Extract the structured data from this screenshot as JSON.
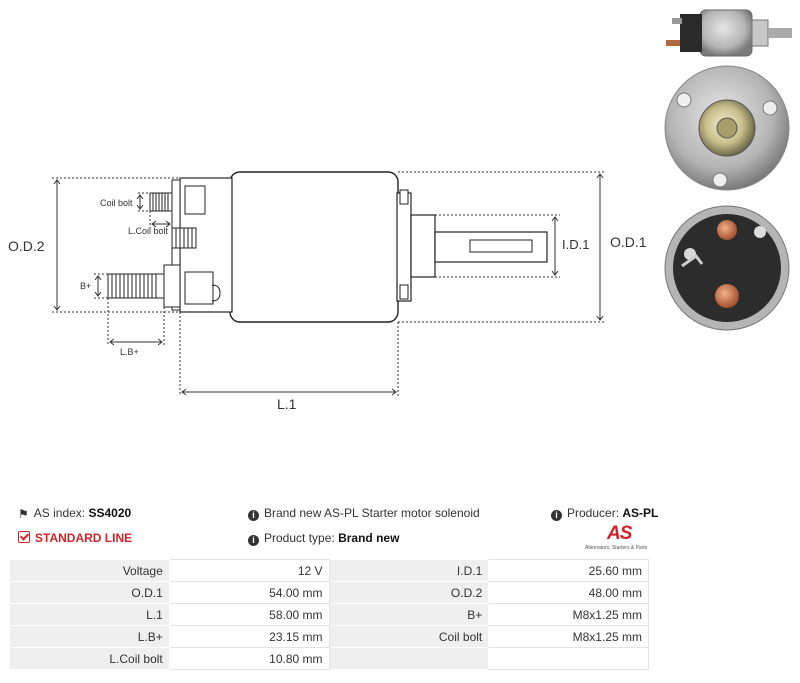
{
  "drawing": {
    "labels": {
      "od2": "O.D.2",
      "od1": "O.D.1",
      "id1": "I.D.1",
      "l1": "L.1",
      "coil_bolt": "Coil bolt",
      "l_coil_bolt": "L.Coil bolt",
      "b_plus": "B+",
      "l_b_plus": "L.B+"
    }
  },
  "info": {
    "as_index_label": "AS index:",
    "as_index_value": "SS4020",
    "description": "Brand new AS-PL Starter motor solenoid",
    "producer_label": "Producer:",
    "producer_value": "AS-PL",
    "standard_line": "STANDARD LINE",
    "product_type_label": "Product type:",
    "product_type_value": "Brand new"
  },
  "logo": {
    "mark": "AS",
    "tagline": "Alternators, Starters & Parts"
  },
  "specs": [
    {
      "k1": "Voltage",
      "v1": "12 V",
      "k2": "I.D.1",
      "v2": "25.60 mm"
    },
    {
      "k1": "O.D.1",
      "v1": "54.00 mm",
      "k2": "O.D.2",
      "v2": "48.00 mm"
    },
    {
      "k1": "L.1",
      "v1": "58.00 mm",
      "k2": "B+",
      "v2": "M8x1.25 mm"
    },
    {
      "k1": "L.B+",
      "v1": "23.15 mm",
      "k2": "Coil bolt",
      "v2": "M8x1.25 mm"
    },
    {
      "k1": "L.Coil bolt",
      "v1": "10.80 mm",
      "k2": "",
      "v2": ""
    }
  ]
}
